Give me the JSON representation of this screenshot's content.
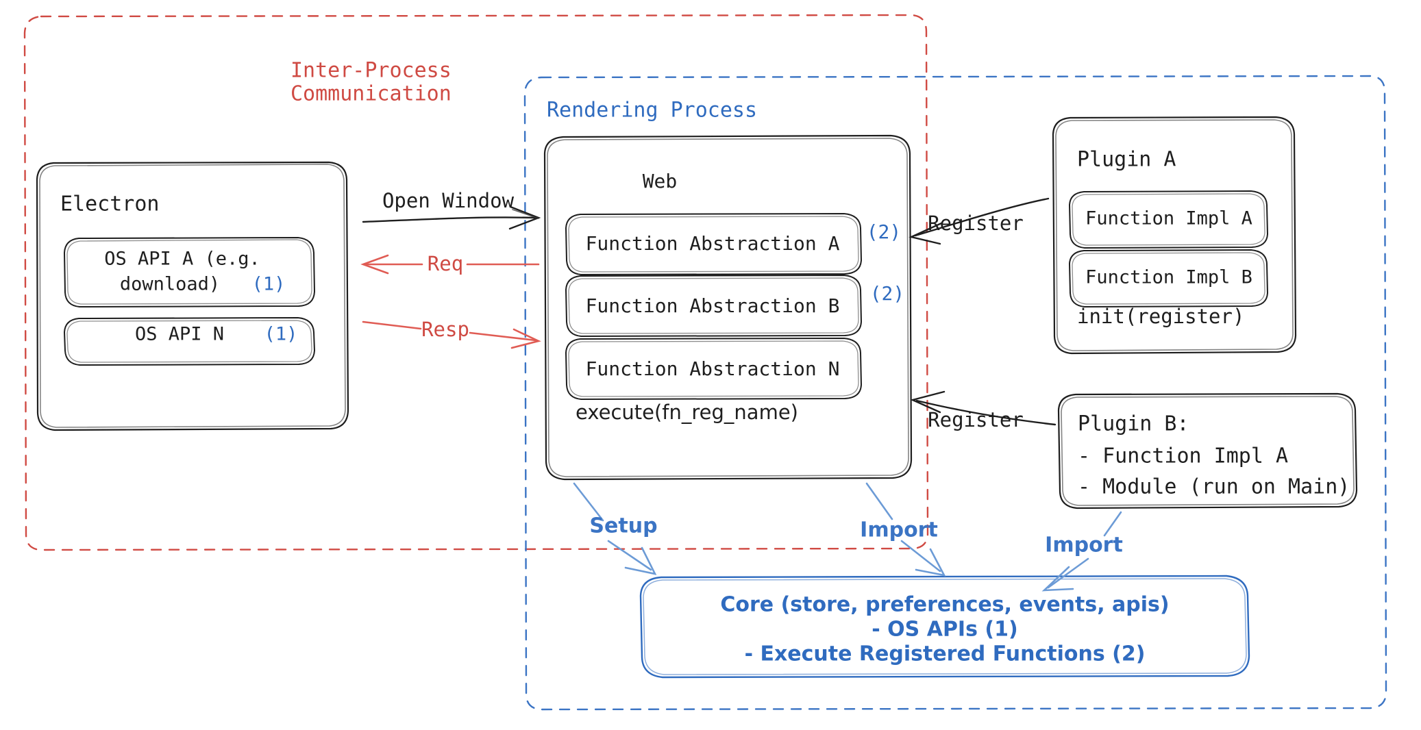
{
  "diagram": {
    "title": "Electron plugin architecture",
    "colors": {
      "ipc_red": "#cf4a43",
      "render_blue": "#2f6bbf",
      "arrow_blue": "#6c9bd6",
      "ink": "#1e1e1e",
      "background": "#ffffff"
    },
    "regions": {
      "ipc": {
        "label_line1": "Inter-Process",
        "label_line2": "Communication",
        "style": "dashed-red"
      },
      "rendering": {
        "label": "Rendering Process",
        "style": "dashed-blue"
      }
    },
    "electron": {
      "title": "Electron",
      "apis": [
        {
          "line1": "OS API A (e.g.",
          "line2": "download)",
          "marker": "(1)"
        },
        {
          "line1": "OS API N",
          "line2": "",
          "marker": "(1)"
        }
      ]
    },
    "web": {
      "title": "Web",
      "abstractions": [
        {
          "label": "Function Abstraction A",
          "marker": "(2)"
        },
        {
          "label": "Function Abstraction B",
          "marker": "(2)"
        },
        {
          "label": "Function Abstraction N",
          "marker": ""
        }
      ],
      "footer": "execute(fn_reg_name)"
    },
    "plugin_a": {
      "title": "Plugin A",
      "impls": [
        "Function Impl A",
        "Function Impl B"
      ],
      "footer": "init(register)"
    },
    "plugin_b": {
      "title": "Plugin B:",
      "items": [
        "- Function Impl A",
        "- Module (run on Main)"
      ]
    },
    "core": {
      "line1": "Core (store, preferences, events, apis)",
      "line2": "- OS APIs (1)",
      "line3": "- Execute Registered Functions (2)"
    },
    "arrows": {
      "open_window": "Open Window",
      "req": "Req",
      "resp": "Resp",
      "register_a": "Register",
      "register_b": "Register",
      "setup": "Setup",
      "import_web": "Import",
      "import_plugin": "Import"
    }
  }
}
